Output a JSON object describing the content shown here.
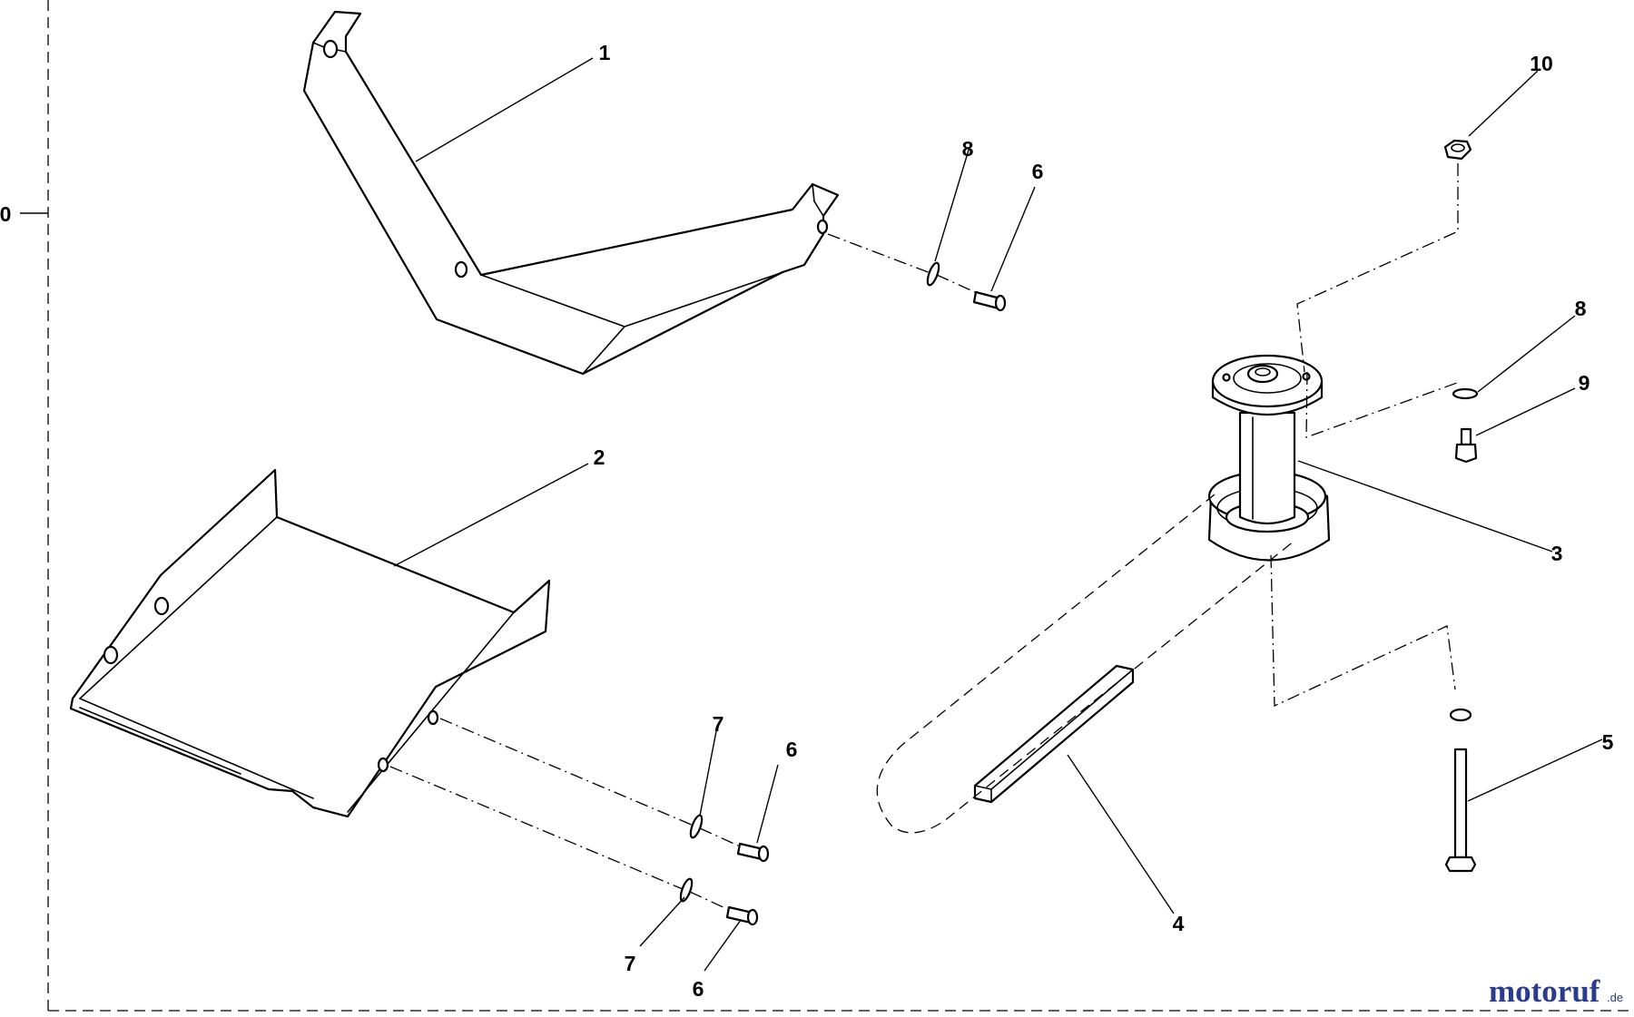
{
  "callouts": [
    {
      "id": "c1",
      "text": "1"
    },
    {
      "id": "c2",
      "text": "2"
    },
    {
      "id": "c3",
      "text": "3"
    },
    {
      "id": "c4",
      "text": "4"
    },
    {
      "id": "c5",
      "text": "5"
    },
    {
      "id": "c6a",
      "text": "6"
    },
    {
      "id": "c6b",
      "text": "6"
    },
    {
      "id": "c6c",
      "text": "6"
    },
    {
      "id": "c7a",
      "text": "7"
    },
    {
      "id": "c7b",
      "text": "7"
    },
    {
      "id": "c8a",
      "text": "8"
    },
    {
      "id": "c8b",
      "text": "8"
    },
    {
      "id": "c9",
      "text": "9"
    },
    {
      "id": "c10",
      "text": "10"
    },
    {
      "id": "c0",
      "text": "0"
    }
  ],
  "watermark": {
    "brand": "motoruf",
    "suffix": ".de",
    "color": "#2a3c8c",
    "accent": "#7a8f3a"
  }
}
